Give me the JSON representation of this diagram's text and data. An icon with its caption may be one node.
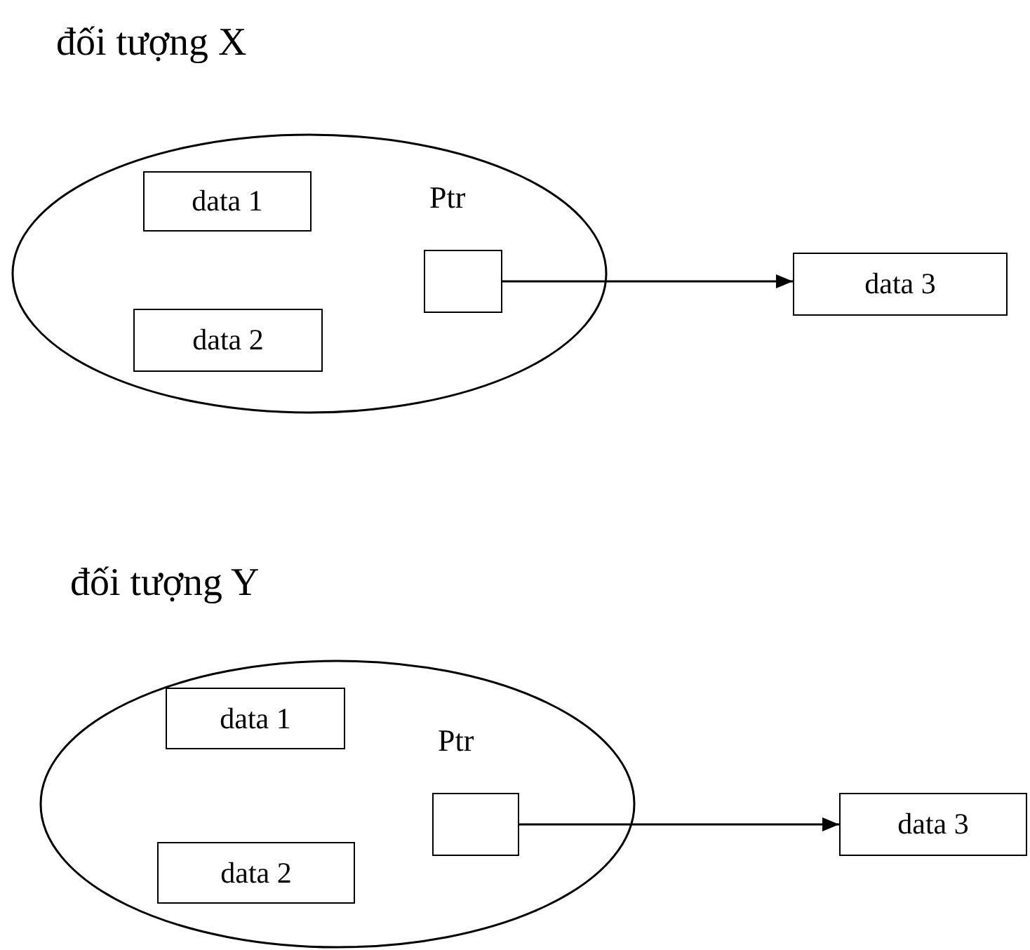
{
  "diagram": {
    "nodes": [
      {
        "text": [
          "đối tượng X"
        ]
      },
      {
        "text": [
          "data 1"
        ],
        "in": 0
      },
      {
        "text": [
          "Ptr"
        ],
        "in": 0
      },
      {
        "text": [
          "data 2"
        ],
        "in": 0
      },
      {
        "text": [
          "data 3"
        ]
      },
      {
        "text": [
          "đối tượng Y"
        ]
      },
      {
        "text": [
          "data 1"
        ],
        "in": 5
      },
      {
        "text": [
          "Ptr"
        ],
        "in": 5
      },
      {
        "text": [
          "data 2"
        ],
        "in": 5
      },
      {
        "text": [
          "data 3"
        ]
      }
    ],
    "edges": [
      {
        "from": 2,
        "to": 4,
        "arrow": "to"
      },
      {
        "from": 7,
        "to": 9,
        "arrow": "to"
      }
    ]
  }
}
